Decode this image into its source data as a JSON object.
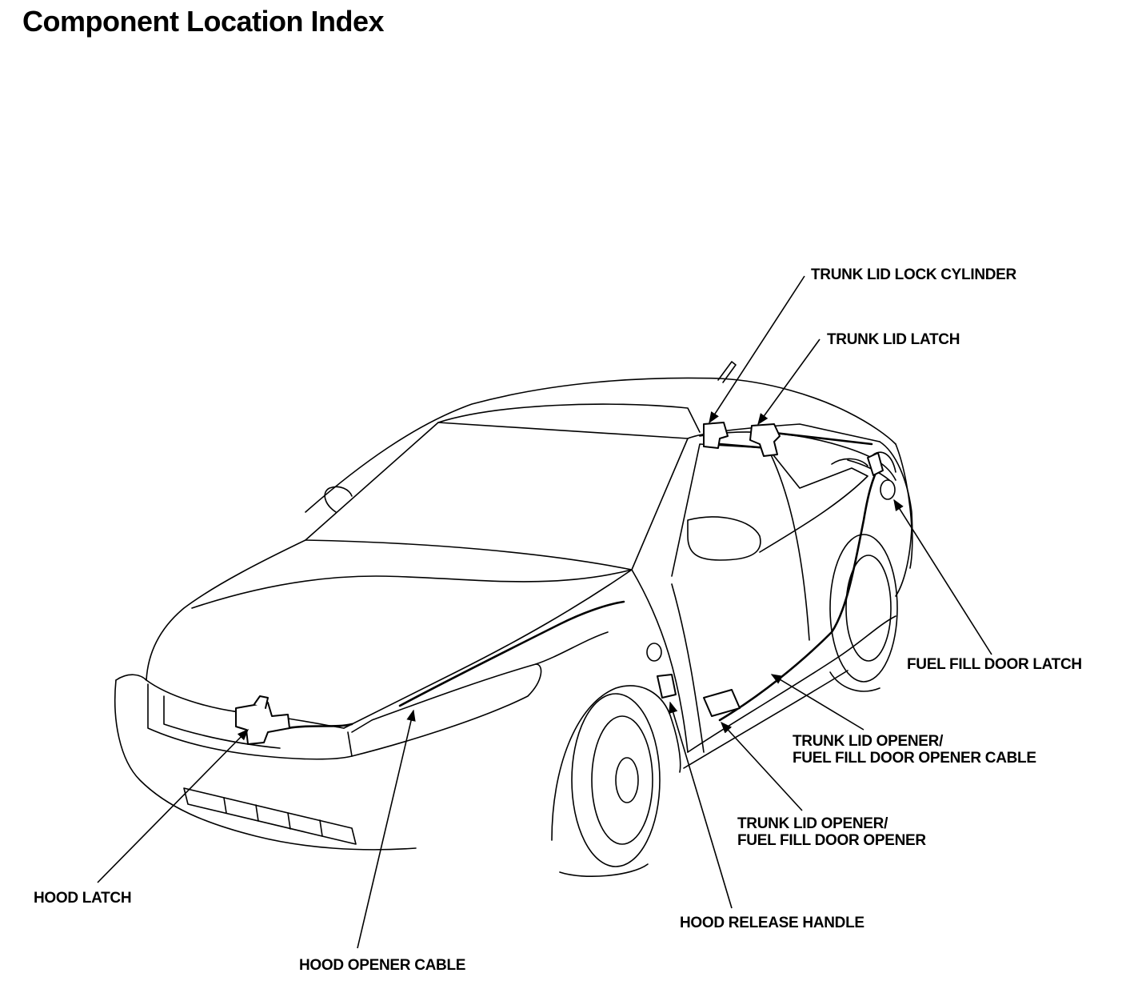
{
  "title": "Component Location Index",
  "labels": {
    "trunk_lid_lock_cylinder": "TRUNK LID LOCK CYLINDER",
    "trunk_lid_latch": "TRUNK LID LATCH",
    "fuel_fill_door_latch": "FUEL FILL DOOR LATCH",
    "opener_cable_line1": "TRUNK LID OPENER/",
    "opener_cable_line2": "FUEL FILL DOOR OPENER CABLE",
    "opener_line1": "TRUNK LID OPENER/",
    "opener_line2": "FUEL FILL DOOR OPENER",
    "hood_latch": "HOOD LATCH",
    "hood_release_handle": "HOOD RELEASE HANDLE",
    "hood_opener_cable": "HOOD OPENER CABLE"
  }
}
